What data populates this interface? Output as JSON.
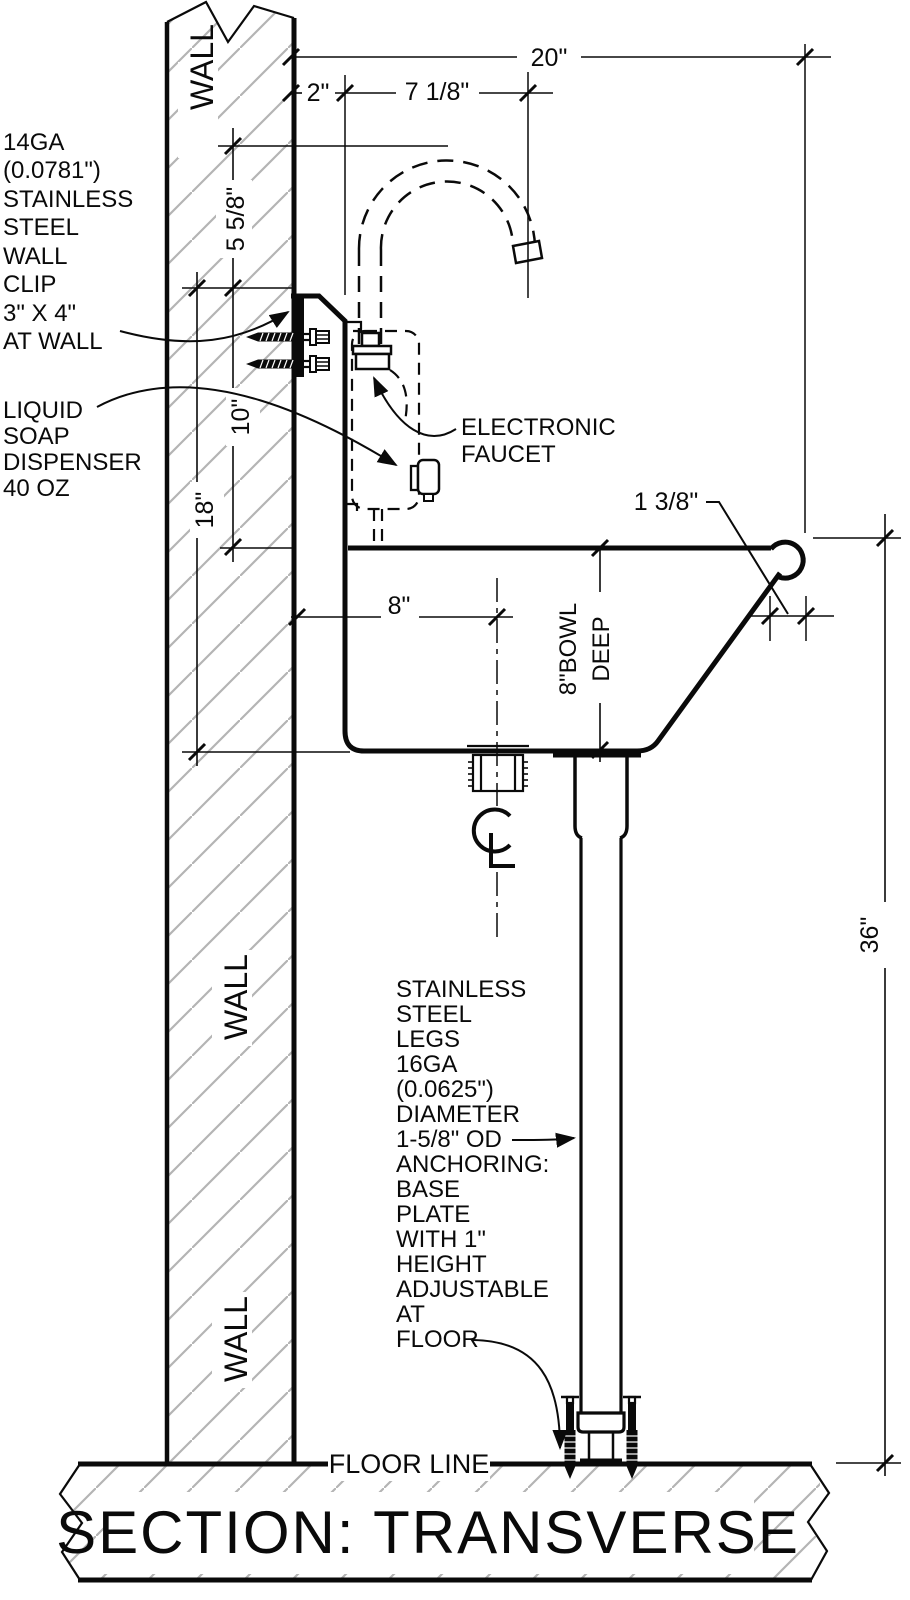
{
  "drawing": {
    "title": "SECTION: TRANSVERSE",
    "wall_label": "WALL",
    "floor_label": "FLOOR LINE",
    "centerline_symbol": "CL"
  },
  "annotations": {
    "wall_clip": {
      "lines": [
        "14GA",
        "(0.0781\")",
        "STAINLESS",
        "STEEL",
        "WALL",
        "CLIP",
        "3\" X 4\"",
        "AT WALL"
      ]
    },
    "soap_dispenser": {
      "lines": [
        "LIQUID",
        "SOAP",
        "DISPENSER",
        "40 OZ"
      ]
    },
    "electronic_faucet": {
      "lines": [
        "ELECTRONIC",
        "FAUCET"
      ]
    },
    "legs": {
      "lines": [
        "STAINLESS",
        "STEEL",
        "LEGS",
        "16GA",
        "(0.0625\")",
        "DIAMETER",
        "1-5/8\" OD",
        "ANCHORING:",
        "BASE",
        "PLATE",
        "WITH 1\"",
        "HEIGHT",
        "ADJUSTABLE",
        "AT",
        "FLOOR"
      ]
    },
    "bowl_depth": {
      "lines": [
        "8\"BOWL",
        "DEEP"
      ]
    }
  },
  "dimensions": {
    "overall_width": "20\"",
    "backsplash_offset": "2\"",
    "spout_reach": "7 1/8\"",
    "spout_height": "5 5/8\"",
    "backsplash_to_rim": "10\"",
    "backsplash_to_bottom": "18\"",
    "wall_to_drain": "8\"",
    "rim_roll": "1 3/8\"",
    "rim_height": "36\""
  },
  "colors": {
    "line": "#0a0a0a",
    "hatch": "#b4b4b4",
    "background": "#ffffff"
  }
}
